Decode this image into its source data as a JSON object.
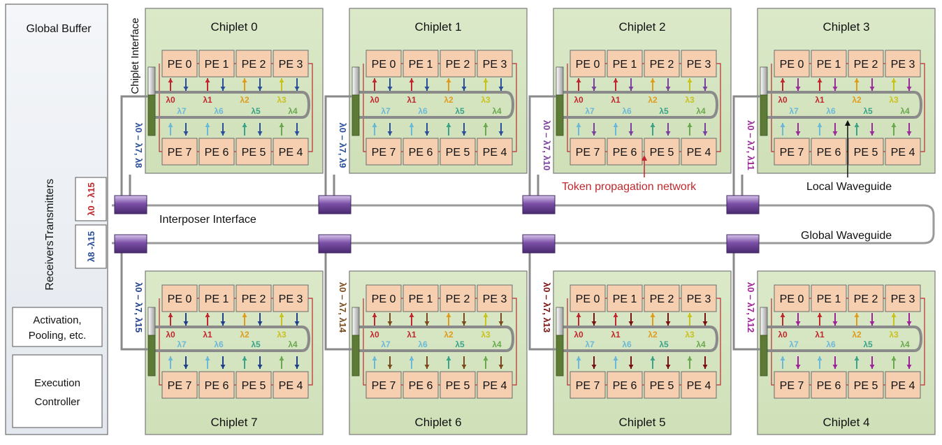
{
  "left_panel": {
    "global_buffer": "Global Buffer",
    "transmitters": "Transmitters",
    "receivers": "Receivers",
    "tx_range": "λ0 - λ15",
    "rx_range": "λ8 -λ15",
    "activation_line1": "Activation,",
    "activation_line2": "Pooling, etc.",
    "exec_line1": "Execution",
    "exec_line2": "Controller"
  },
  "labels": {
    "chiplet_interface": "Chiplet Interface",
    "interposer_interface": "Interposer Interface",
    "global_waveguide": "Global Waveguide",
    "local_waveguide": "Local Waveguide",
    "token_network": "Token propagation network"
  },
  "chiplets": [
    {
      "title": "Chiplet 0",
      "range": "λ0 – λ7, λ8",
      "rx_color": "#2a4f9a"
    },
    {
      "title": "Chiplet 1",
      "range": "λ0 – λ7, λ9",
      "rx_color": "#2a4f9a"
    },
    {
      "title": "Chiplet 2",
      "range": "λ0 – λ7, λ10",
      "rx_color": "#7b3fa0"
    },
    {
      "title": "Chiplet 3",
      "range": "λ0 – λ7, λ11",
      "rx_color": "#9b2a9b"
    },
    {
      "title": "Chiplet 7",
      "range": "λ0 – λ7, λ15",
      "rx_color": "#1f3f8a"
    },
    {
      "title": "Chiplet 6",
      "range": "λ0 – λ7, λ14",
      "rx_color": "#7a4a1a"
    },
    {
      "title": "Chiplet 5",
      "range": "λ0 – λ7, λ13",
      "rx_color": "#7a1010"
    },
    {
      "title": "Chiplet 4",
      "range": "λ0 – λ7, λ12",
      "rx_color": "#a0209a"
    }
  ],
  "pe_top": [
    "PE 0",
    "PE 1",
    "PE 2",
    "PE 3"
  ],
  "pe_bottom": [
    "PE 7",
    "PE 6",
    "PE 5",
    "PE 4"
  ],
  "lambdas_top": [
    "λ0",
    "λ1",
    "λ2",
    "λ3"
  ],
  "lambdas_bottom": [
    "λ7",
    "λ6",
    "λ5",
    "λ4"
  ],
  "lambda_colors": [
    "#c0282d",
    "#c0282d",
    "#e09b1b",
    "#c9c21b",
    "#6aa84f",
    "#3aa38a",
    "#6bb8d8",
    "#6bb8d8"
  ],
  "colors": {
    "chiplet_fill": "#d6e6c2",
    "pe_fill": "#f5cfb0",
    "waveguide": "#8a8a8a",
    "interposer": "#7a4fa6",
    "interface": "#5d7a36",
    "token": "#c0282d"
  }
}
